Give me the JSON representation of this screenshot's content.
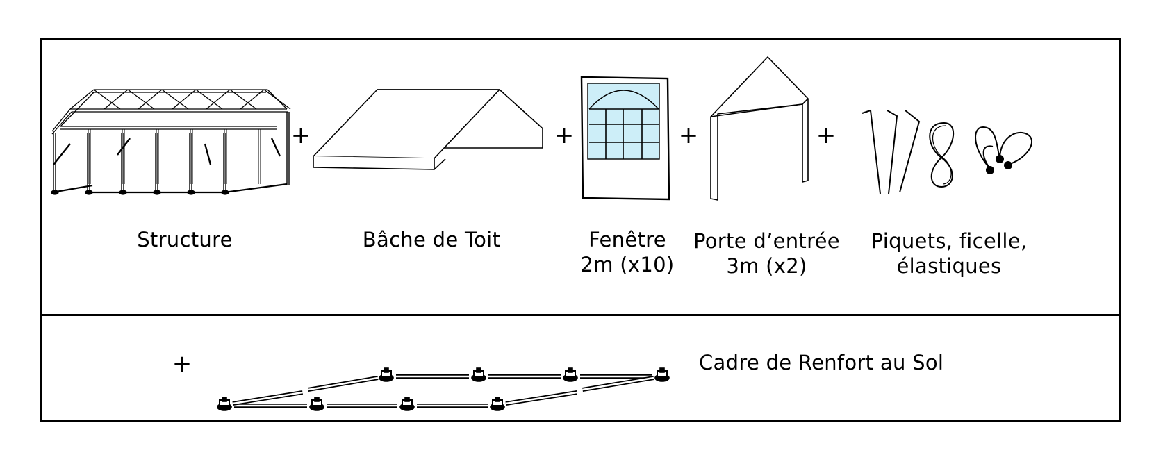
{
  "components": [
    {
      "label_lines": [
        "Structure"
      ],
      "icon": "tent-frame-icon"
    },
    {
      "label_lines": [
        "Bâche de Toit"
      ],
      "icon": "roof-tarp-icon"
    },
    {
      "label_lines": [
        "Fenêtre",
        "2m (x10)"
      ],
      "icon": "window-panel-icon"
    },
    {
      "label_lines": [
        "Porte d’entrée",
        "3m (x2)"
      ],
      "icon": "entrance-door-icon"
    },
    {
      "label_lines": [
        "Piquets, ficelle,",
        "élastiques"
      ],
      "icon": "pegs-rope-elastics-icon"
    }
  ],
  "extra": {
    "label": "Cadre de Renfort au Sol",
    "icon": "ground-frame-icon"
  },
  "plus_sign": "+",
  "colors": {
    "window_glass": "#cdeef8",
    "line": "#000000"
  }
}
